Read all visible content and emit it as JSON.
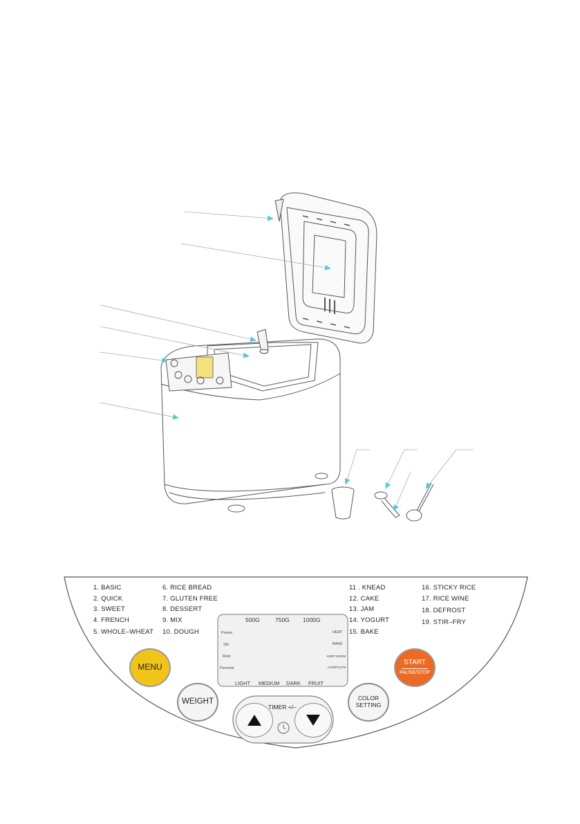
{
  "menu_items": [
    {
      "label": "1.  BASIC"
    },
    {
      "label": "2. QUICK"
    },
    {
      "label": "3.  SWEET"
    },
    {
      "label": "4. FRENCH"
    },
    {
      "label": "5. WHOLE–WHEAT"
    },
    {
      "label": "6. RICE BREAD"
    },
    {
      "label": "7. GLUTEN FREE"
    },
    {
      "label": "8. DESSERT"
    },
    {
      "label": "9. MIX"
    },
    {
      "label": "10. DOUGH"
    },
    {
      "label": "11 . KNEAD"
    },
    {
      "label": "12. CAKE"
    },
    {
      "label": "13.  JAM"
    },
    {
      "label": "14. YOGURT"
    },
    {
      "label": "15. BAKE"
    },
    {
      "label": "16. STICKY RICE"
    },
    {
      "label": "17. RICE WINE"
    },
    {
      "label": "18. DEFROST"
    },
    {
      "label": "19. STIR–FRY"
    }
  ],
  "display": {
    "weights": [
      "500G",
      "750G",
      "1000G"
    ],
    "left_stages": [
      "Preset",
      "Stir",
      "Rest",
      "Ferment"
    ],
    "right_stages": [
      "HEAT",
      "BAKE",
      "KEEP WARM",
      "COMPLETE"
    ],
    "colors": [
      "LIGHT",
      "MEDIUM",
      "DARK",
      "FRUIT"
    ]
  },
  "buttons": {
    "menu": "MENU",
    "weight": "WEIGHT",
    "timer": "TIMER +/–",
    "color_line1": "COLOR",
    "color_line2": "SETTING",
    "start": "START",
    "pause_stop": "PAUSE/STOP"
  },
  "colors": {
    "menu_button": "#f0c419",
    "start_button": "#ec6a24",
    "leader_arrow": "#5cc8d0",
    "outline": "#555555"
  }
}
